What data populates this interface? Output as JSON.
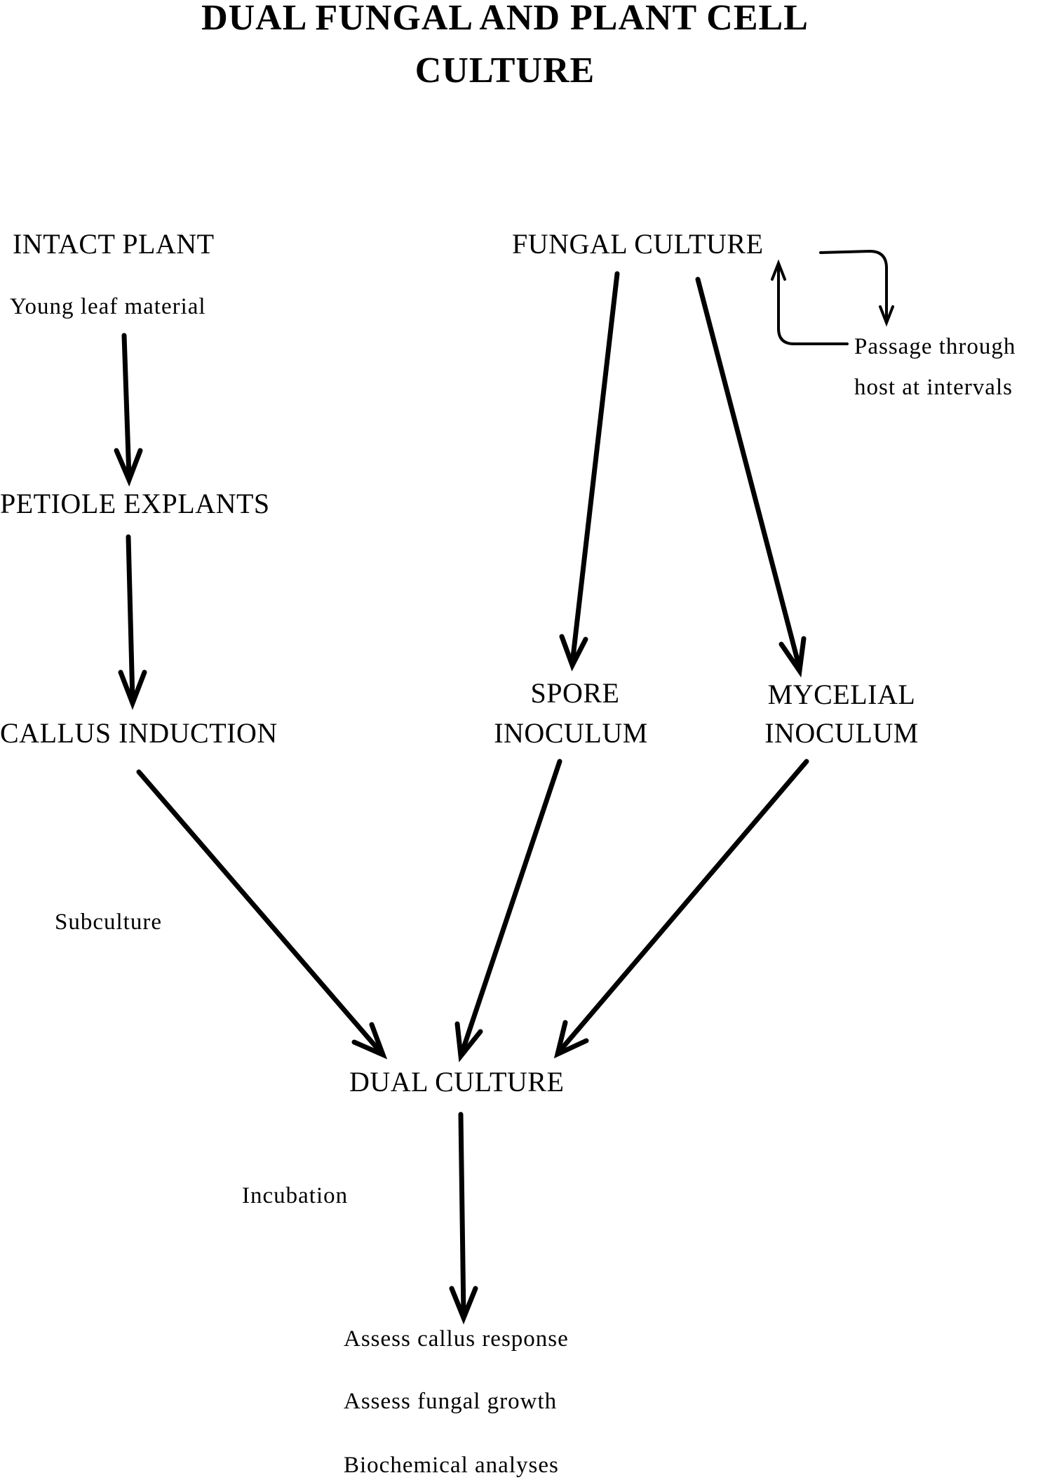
{
  "title": {
    "line1": "DUAL FUNGAL AND PLANT CELL",
    "line2": "CULTURE"
  },
  "nodes": {
    "intact_plant": "INTACT PLANT",
    "young_leaf": "Young leaf material",
    "petiole_explants": "PETIOLE EXPLANTS",
    "callus_induction": "CALLUS INDUCTION",
    "fungal_culture": "FUNGAL CULTURE",
    "spore_inoculum_1": "SPORE",
    "spore_inoculum_2": "INOCULUM",
    "mycelial_inoculum_1": "MYCELIAL",
    "mycelial_inoculum_2": "INOCULUM",
    "dual_culture": "DUAL CULTURE"
  },
  "notes": {
    "passage_1": "Passage through",
    "passage_2": "host at intervals",
    "subculture": "Subculture",
    "incubation": "Incubation",
    "assess_callus": "Assess callus response",
    "assess_fungal": "Assess fungal growth",
    "biochemical": "Biochemical analyses"
  }
}
